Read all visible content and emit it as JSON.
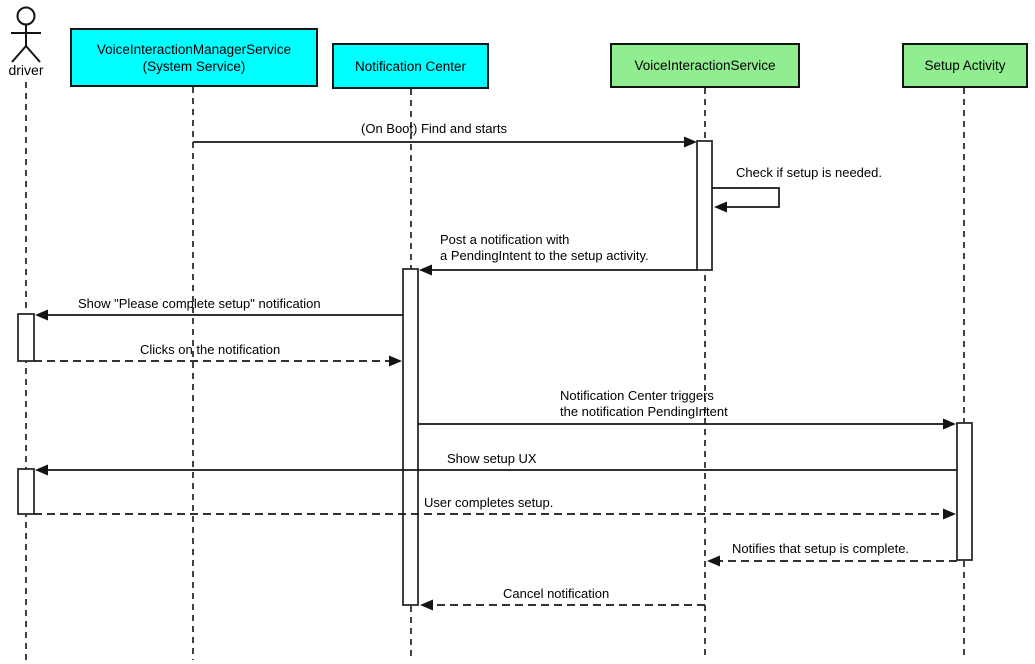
{
  "participants": [
    {
      "id": "driver",
      "label": "driver",
      "kind": "actor"
    },
    {
      "id": "voice-interaction-manager-service",
      "label": "VoiceInteractionManagerService\n(System Service)",
      "kind": "box",
      "fill": "#00ffff"
    },
    {
      "id": "notification-center",
      "label": "Notification Center",
      "kind": "box",
      "fill": "#00ffff"
    },
    {
      "id": "voice-interaction-service",
      "label": "VoiceInteractionService",
      "kind": "box",
      "fill": "#90ee90"
    },
    {
      "id": "setup-activity",
      "label": "Setup Activity",
      "kind": "box",
      "fill": "#90ee90"
    }
  ],
  "messages": [
    {
      "text": "(On Boot) Find and starts",
      "from": "VoiceInteractionManagerService (System Service)",
      "to": "VoiceInteractionService",
      "line": "solid",
      "arrow": "filled"
    },
    {
      "text": "Check if setup is needed.",
      "from": "VoiceInteractionService",
      "to": "VoiceInteractionService",
      "line": "solid",
      "arrow": "filled"
    },
    {
      "text": "Post a notification with\na PendingIntent to the setup activity.",
      "from": "VoiceInteractionService",
      "to": "Notification Center",
      "line": "solid",
      "arrow": "filled"
    },
    {
      "text": "Show \"Please complete setup\" notification",
      "from": "Notification Center",
      "to": "driver",
      "line": "solid",
      "arrow": "filled"
    },
    {
      "text": "Clicks on the notification",
      "from": "driver",
      "to": "Notification Center",
      "line": "dashed",
      "arrow": "filled"
    },
    {
      "text": "Notification Center triggers\nthe notification PendingIntent",
      "from": "Notification Center",
      "to": "Setup Activity",
      "line": "solid",
      "arrow": "filled"
    },
    {
      "text": "Show setup UX",
      "from": "Setup Activity",
      "to": "driver",
      "line": "solid",
      "arrow": "filled"
    },
    {
      "text": "User completes setup.",
      "from": "driver",
      "to": "Setup Activity",
      "line": "dashed",
      "arrow": "filled"
    },
    {
      "text": "Notifies that setup is complete.",
      "from": "Setup Activity",
      "to": "VoiceInteractionService",
      "line": "dashed",
      "arrow": "filled"
    },
    {
      "text": "Cancel notification",
      "from": "VoiceInteractionService",
      "to": "Notification Center",
      "line": "dashed",
      "arrow": "filled"
    }
  ],
  "colors": {
    "system_box_fill": "#00ffff",
    "app_box_fill": "#90ee90",
    "line": "#141414",
    "background": "#ffffff"
  }
}
